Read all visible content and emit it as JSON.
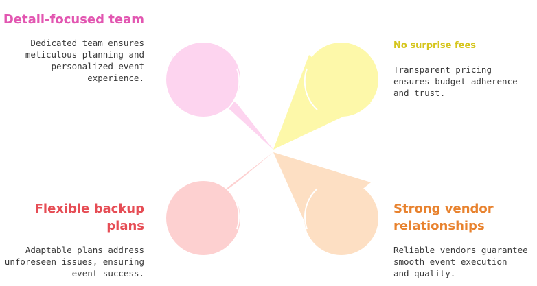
{
  "colors": {
    "pink_fill": "#fdd4ef",
    "pink_title": "#e256b1",
    "yellow_fill": "#fdf8a9",
    "yellow_title": "#d5c51c",
    "red_fill": "#fdd0d0",
    "red_title": "#e64d55",
    "orange_fill": "#fddfc3",
    "orange_title": "#e8822e"
  },
  "items": [
    {
      "id": "detail-focused-team",
      "title": "Detail-focused team",
      "description": [
        "Dedicated team ensures",
        "meticulous planning and",
        "personalized event",
        "experience."
      ]
    },
    {
      "id": "no-surprise-fees",
      "title": "No surprise fees",
      "description": [
        "Transparent pricing",
        "ensures budget adherence",
        "and trust."
      ]
    },
    {
      "id": "flexible-backup-plans",
      "title": "Flexible backup plans",
      "description": [
        "Adaptable plans address",
        "unforeseen issues, ensuring",
        "event success."
      ]
    },
    {
      "id": "strong-vendor-relationships",
      "title": "Strong vendor relationships",
      "description": [
        "Reliable vendors guarantee",
        "smooth event execution",
        "and quality."
      ]
    }
  ]
}
